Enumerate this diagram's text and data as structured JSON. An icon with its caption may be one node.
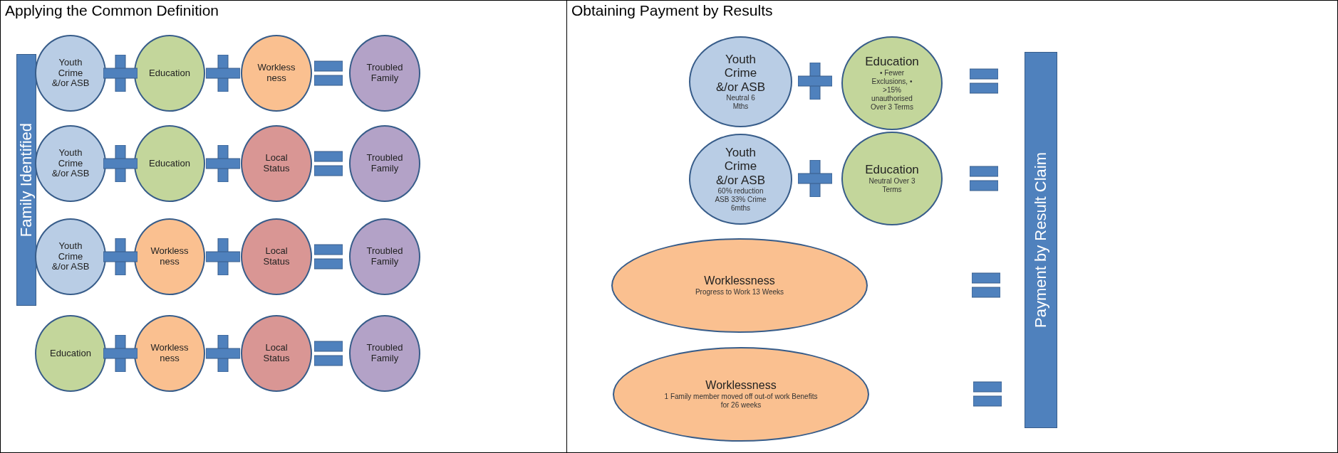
{
  "diagram": {
    "nodes": [
      {
        "text": [
          "Applying the Common Definition"
        ]
      },
      {
        "text": [
          "Family Identified"
        ],
        "in": 0
      },
      {
        "text": [
          "Youth Crime &/or ASB"
        ],
        "in": 0
      },
      {
        "text": [
          "Education"
        ],
        "in": 0
      },
      {
        "text": [
          "Workless ness"
        ],
        "in": 0
      },
      {
        "text": [
          "Troubled Family"
        ],
        "in": 0
      },
      {
        "text": [
          "Youth Crime &/or ASB"
        ],
        "in": 0
      },
      {
        "text": [
          "Education"
        ],
        "in": 0
      },
      {
        "text": [
          "Local Status"
        ],
        "in": 0
      },
      {
        "text": [
          "Troubled Family"
        ],
        "in": 0
      },
      {
        "text": [
          "Youth Crime &/or ASB"
        ],
        "in": 0
      },
      {
        "text": [
          "Workless ness"
        ],
        "in": 0
      },
      {
        "text": [
          "Local Status"
        ],
        "in": 0
      },
      {
        "text": [
          "Troubled Family"
        ],
        "in": 0
      },
      {
        "text": [
          "Education"
        ],
        "in": 0
      },
      {
        "text": [
          "Workless ness"
        ],
        "in": 0
      },
      {
        "text": [
          "Local Status"
        ],
        "in": 0
      },
      {
        "text": [
          "Troubled Family"
        ],
        "in": 0
      },
      {
        "text": [
          "Obtaining Payment by Results"
        ]
      },
      {
        "text": [
          "Youth Crime &/or ASB",
          "Neutral 6 Mths"
        ],
        "in": 18
      },
      {
        "text": [
          "Education",
          "• Fewer Exclusions, • >15% unauthorised Over 3 Terms"
        ],
        "in": 18
      },
      {
        "text": [
          "Youth Crime &/or ASB",
          "60% reduction ASB 33% Crime 6mths"
        ],
        "in": 18
      },
      {
        "text": [
          "Education",
          "Neutral Over 3 Terms"
        ],
        "in": 18
      },
      {
        "text": [
          "Worklessness",
          "Progress to Work 13 Weeks"
        ],
        "in": 18
      },
      {
        "text": [
          "Worklessness",
          "1 Family member moved off out-of work Benefits for 26 weeks"
        ],
        "in": 18
      },
      {
        "text": [
          "Payment by Result Claim"
        ],
        "in": 18
      }
    ]
  }
}
